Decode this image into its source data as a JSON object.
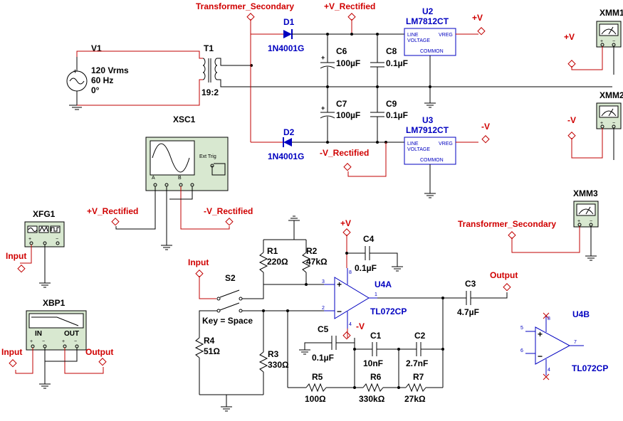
{
  "nets": {
    "transformer_secondary": "Transformer_Secondary",
    "v_rectified_pos": "+V_Rectified",
    "v_rectified_neg": "-V_Rectified",
    "pos_v": "+V",
    "neg_v": "-V",
    "input": "Input",
    "output": "Output"
  },
  "source": {
    "name": "V1",
    "line1": "120 Vrms",
    "line2": "60 Hz",
    "line3": "0°"
  },
  "transformer": {
    "name": "T1",
    "ratio": "19:2"
  },
  "diodes": [
    {
      "name": "D1",
      "part": "1N4001G"
    },
    {
      "name": "D2",
      "part": "1N4001G"
    }
  ],
  "caps": {
    "c6": {
      "name": "C6",
      "value": "100µF"
    },
    "c8": {
      "name": "C8",
      "value": "0.1µF"
    },
    "c7": {
      "name": "C7",
      "value": "100µF"
    },
    "c9": {
      "name": "C9",
      "value": "0.1µF"
    },
    "c4": {
      "name": "C4",
      "value": "0.1µF"
    },
    "c5": {
      "name": "C5",
      "value": "0.1µF"
    },
    "c1": {
      "name": "C1",
      "value": "10nF"
    },
    "c2": {
      "name": "C2",
      "value": "2.7nF"
    },
    "c3": {
      "name": "C3",
      "value": "4.7µF"
    }
  },
  "regulators": [
    {
      "name": "U2",
      "part": "LM7812CT",
      "line": "LINE",
      "voltage": "VOLTAGE",
      "vreg": "VREG",
      "common": "COMMON"
    },
    {
      "name": "U3",
      "part": "LM7912CT",
      "line": "LINE",
      "voltage": "VOLTAGE",
      "vreg": "VREG",
      "common": "COMMON"
    }
  ],
  "instruments": {
    "xsc1": {
      "name": "XSC1",
      "ext_trig": "Ext Trig",
      "ch_a": "A",
      "ch_b": "B"
    },
    "xfg1": {
      "name": "XFG1"
    },
    "xbp1": {
      "name": "XBP1",
      "in": "IN",
      "out": "OUT"
    },
    "xmm1": {
      "name": "XMM1"
    },
    "xmm2": {
      "name": "XMM2"
    },
    "xmm3": {
      "name": "XMM3"
    }
  },
  "resistors": {
    "r1": {
      "name": "R1",
      "value": "220Ω"
    },
    "r2": {
      "name": "R2",
      "value": "47kΩ"
    },
    "r3": {
      "name": "R3",
      "value": "330Ω"
    },
    "r4": {
      "name": "R4",
      "value": "51Ω"
    },
    "r5": {
      "name": "R5",
      "value": "100Ω"
    },
    "r6": {
      "name": "R6",
      "value": "330kΩ"
    },
    "r7": {
      "name": "R7",
      "value": "27kΩ"
    }
  },
  "switch": {
    "name": "S2",
    "key": "Key = Space"
  },
  "opamps": {
    "u4a": {
      "name": "U4A",
      "part": "TL072CP",
      "pin_plus": "3",
      "pin_minus": "2",
      "pin_out": "1",
      "pin_vcc": "8",
      "pin_vee": "4"
    },
    "u4b": {
      "name": "U4B",
      "part": "TL072CP",
      "pin_plus": "5",
      "pin_minus": "6",
      "pin_out": "7",
      "pin_vcc": "8",
      "pin_vee": "4"
    }
  },
  "colors": {
    "wire": "#000000",
    "net_wire": "#c00000",
    "net_label": "#d00000",
    "part_label": "#0000c0",
    "instrument_fill": "#d8e8d0"
  }
}
